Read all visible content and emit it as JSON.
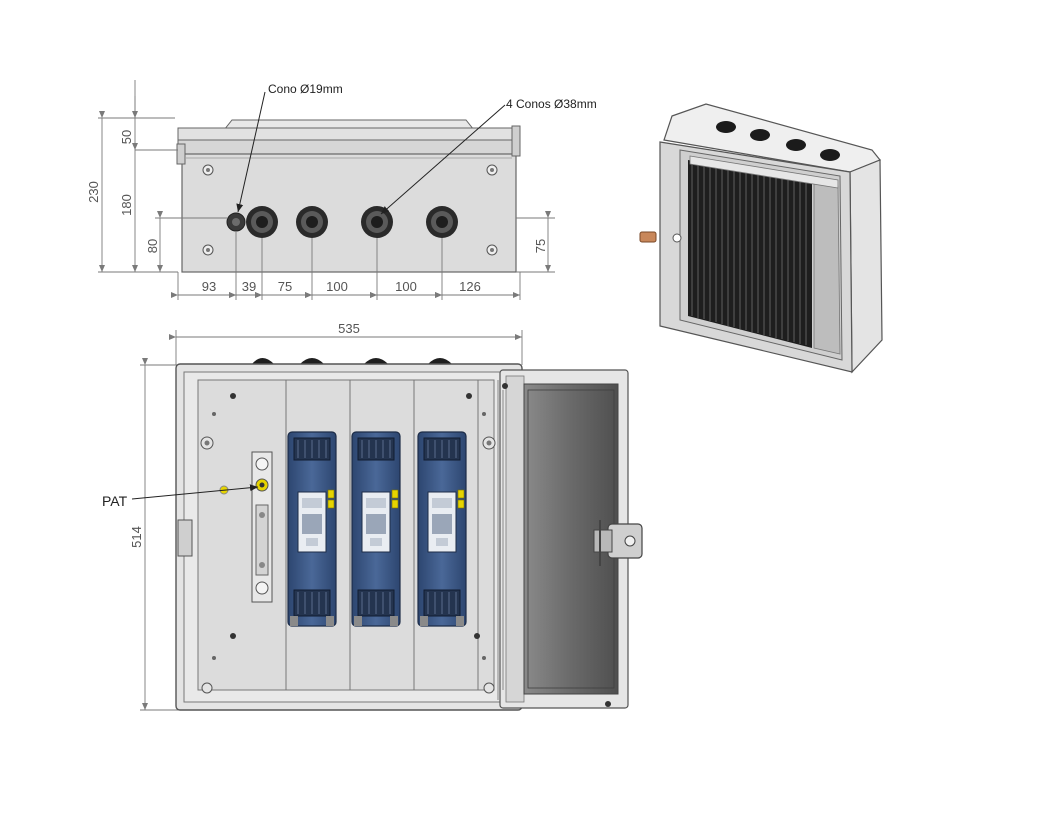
{
  "labels": {
    "cone_small": "Cono Ø19mm",
    "cone_large": "4 Conos Ø38mm",
    "pat": "PAT"
  },
  "dimensions": {
    "side_50": "50",
    "side_230": "230",
    "side_180": "180",
    "side_80": "80",
    "side_75": "75",
    "h_93": "93",
    "h_39": "39",
    "h_75": "75",
    "h_100a": "100",
    "h_100b": "100",
    "h_126": "126",
    "width_535": "535",
    "height_514": "514"
  },
  "colors": {
    "panel": "#dcdcdc",
    "panel_dark": "#bdbdbd",
    "line": "#555555",
    "dim_line": "#7a7a7a",
    "fuse_blue": "#3e5a86",
    "fuse_dark": "#253a5e",
    "door_dark": "#6a6a6a",
    "fin_dark": "#1e1e1e",
    "yellow": "#e6d400",
    "copper": "#c8875a"
  }
}
